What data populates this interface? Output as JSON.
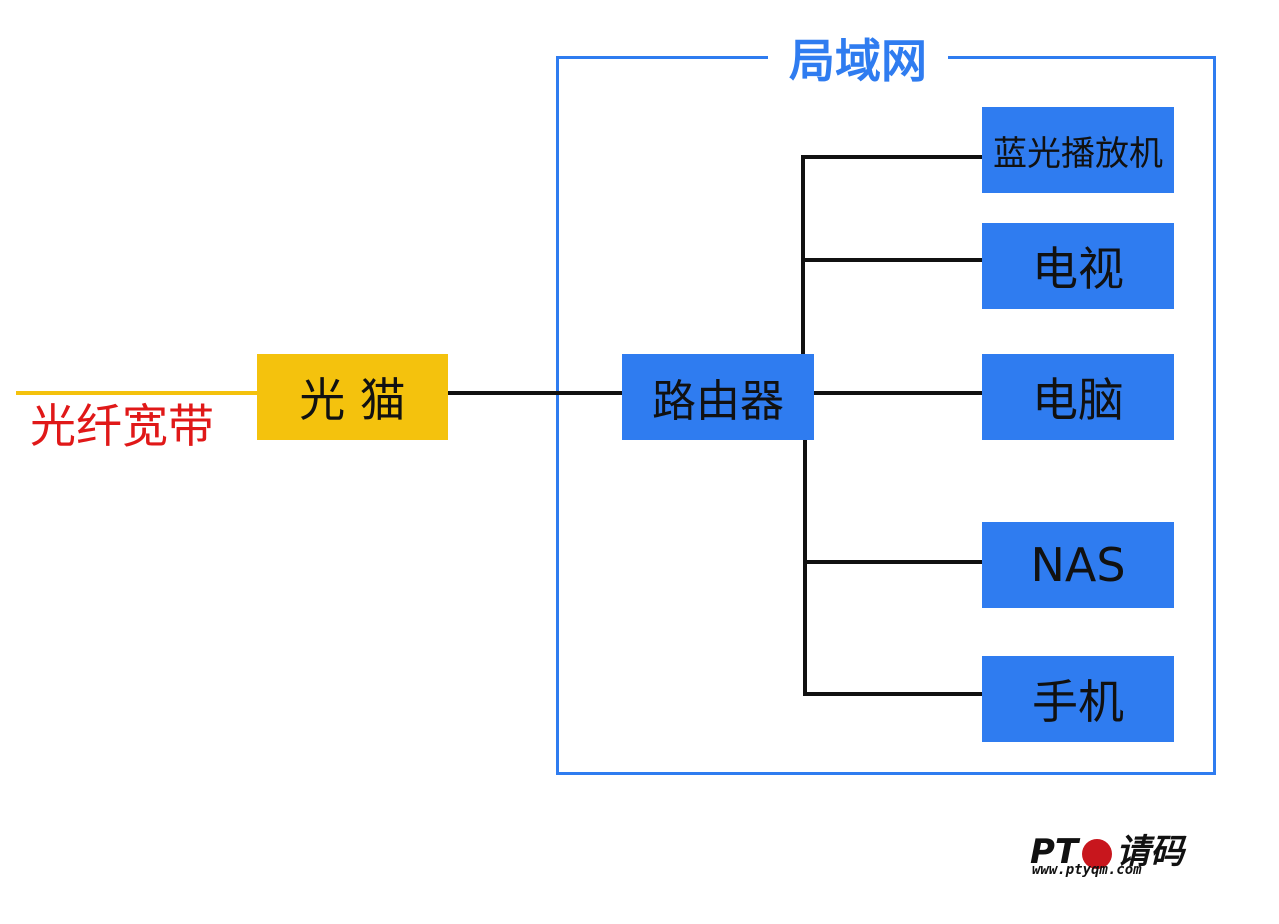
{
  "broadband": {
    "label": "光纤宽带"
  },
  "modem": {
    "label": "光 猫"
  },
  "router": {
    "label": "路由器"
  },
  "lan": {
    "title": "局域网"
  },
  "devices": [
    {
      "label": "蓝光播放机"
    },
    {
      "label": "电视"
    },
    {
      "label": "电脑"
    },
    {
      "label": "NAS"
    },
    {
      "label": "手机"
    }
  ],
  "watermark": {
    "brand_left": "PT",
    "brand_right": "请码",
    "url": "www.ptyqm.com"
  },
  "colors": {
    "device_box": "#2f7cf0",
    "modem_box": "#f4c20d",
    "lan_title": "#2f7cf0",
    "broadband_label": "#e01818"
  }
}
